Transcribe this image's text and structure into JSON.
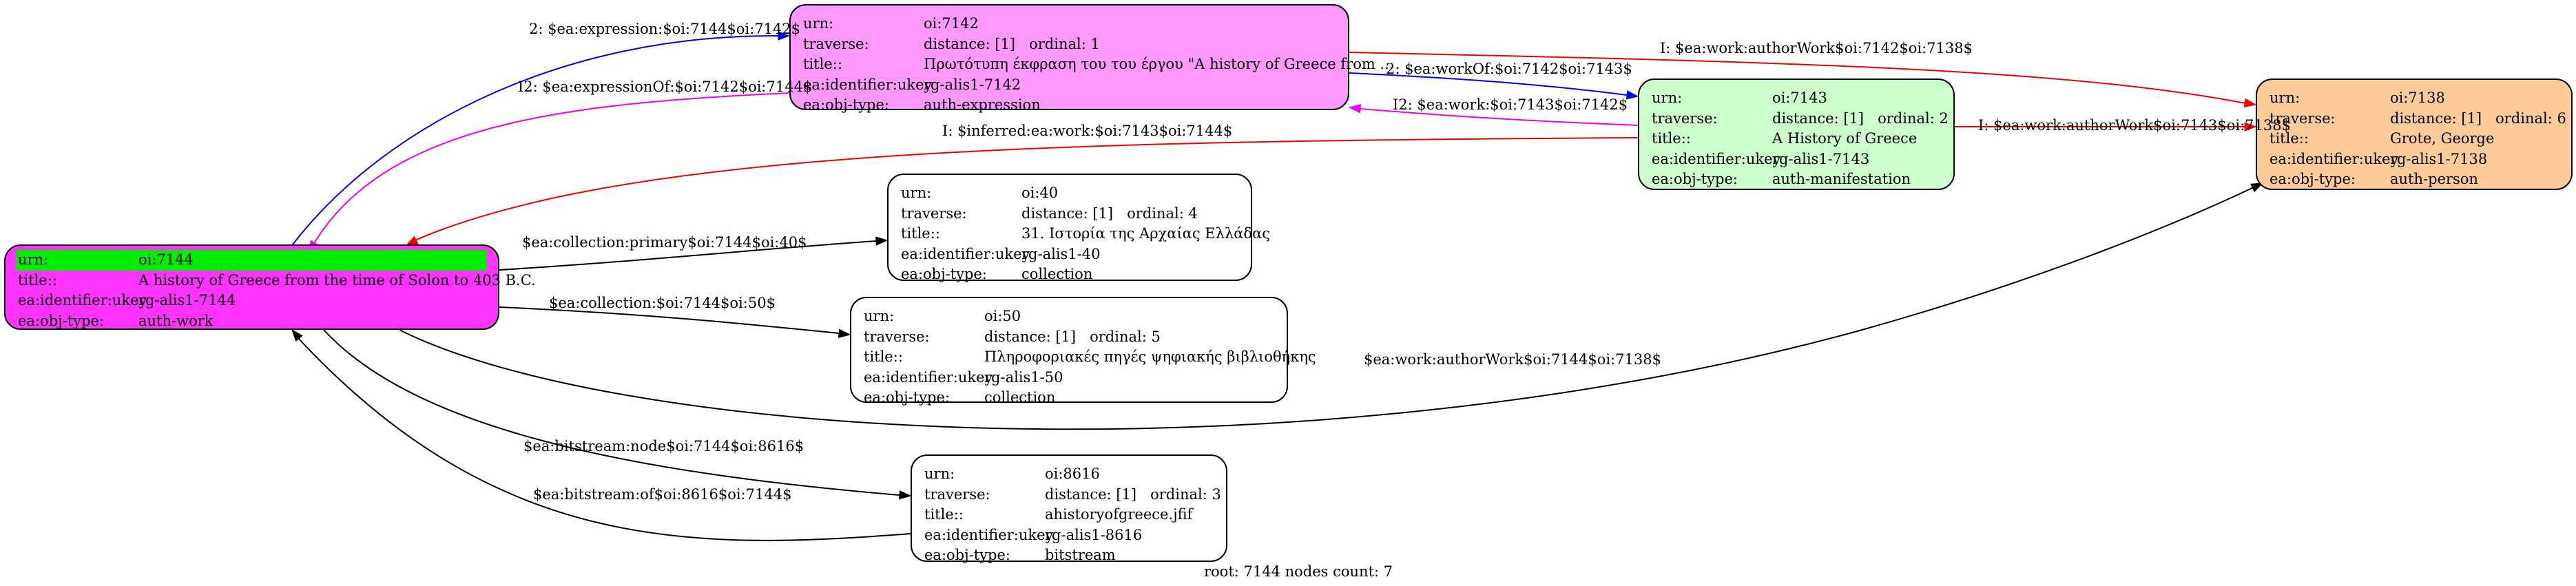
{
  "colors": {
    "root": "#ff33ff",
    "expression": "#ff99ff",
    "manifestation": "#ccffcc",
    "person": "#ffcc99",
    "collection": "#ffffff",
    "bitstream": "#ffffff",
    "highlight": "#00ee00",
    "edge_blue": "#0000ee",
    "edge_magenta": "#ee00ee",
    "edge_red": "#ee0000",
    "edge_black": "#000000"
  },
  "nodes": {
    "n7144": {
      "urn_key": "urn:",
      "urn": "oi:7144",
      "title_key": "title::",
      "title": "A history of Greece from the time of Solon to 403 B.C.",
      "ukey_key": "ea:identifier:ukey",
      "ukey": "rg-alis1-7144",
      "type_key": "ea:obj-type:",
      "type": "auth-work"
    },
    "n7142": {
      "urn_key": "urn:",
      "urn": "oi:7142",
      "trav_key": "traverse:",
      "distance": "distance: [1]",
      "ordinal": "ordinal: 1",
      "title_key": "title::",
      "title": "Πρωτότυπη έκφραση του του έργου \"A history of Greece from ...",
      "ukey_key": "ea:identifier:ukey",
      "ukey": "rg-alis1-7142",
      "type_key": "ea:obj-type:",
      "type": "auth-expression"
    },
    "n7143": {
      "urn_key": "urn:",
      "urn": "oi:7143",
      "trav_key": "traverse:",
      "distance": "distance: [1]",
      "ordinal": "ordinal: 2",
      "title_key": "title::",
      "title": "A History of Greece",
      "ukey_key": "ea:identifier:ukey",
      "ukey": "rg-alis1-7143",
      "type_key": "ea:obj-type:",
      "type": "auth-manifestation"
    },
    "n7138": {
      "urn_key": "urn:",
      "urn": "oi:7138",
      "trav_key": "traverse:",
      "distance": "distance: [1]",
      "ordinal": "ordinal: 6",
      "title_key": "title::",
      "title": "Grote, George",
      "ukey_key": "ea:identifier:ukey",
      "ukey": "rg-alis1-7138",
      "type_key": "ea:obj-type:",
      "type": "auth-person"
    },
    "n40": {
      "urn_key": "urn:",
      "urn": "oi:40",
      "trav_key": "traverse:",
      "distance": "distance: [1]",
      "ordinal": "ordinal: 4",
      "title_key": "title::",
      "title": "31. Ιστορία της Αρχαίας Ελλάδας",
      "ukey_key": "ea:identifier:ukey",
      "ukey": "rg-alis1-40",
      "type_key": "ea:obj-type:",
      "type": "collection"
    },
    "n50": {
      "urn_key": "urn:",
      "urn": "oi:50",
      "trav_key": "traverse:",
      "distance": "distance: [1]",
      "ordinal": "ordinal: 5",
      "title_key": "title::",
      "title": "Πληροφοριακές πηγές ψηφιακής βιβλιοθήκης",
      "ukey_key": "ea:identifier:ukey",
      "ukey": "rg-alis1-50",
      "type_key": "ea:obj-type:",
      "type": "collection"
    },
    "n8616": {
      "urn_key": "urn:",
      "urn": "oi:8616",
      "trav_key": "traverse:",
      "distance": "distance: [1]",
      "ordinal": "ordinal: 3",
      "title_key": "title::",
      "title": "ahistoryofgreece.jfif",
      "ukey_key": "ea:identifier:ukey",
      "ukey": "rg-alis1-8616",
      "type_key": "ea:obj-type:",
      "type": "bitstream"
    }
  },
  "edges": {
    "e1": "2: $ea:expression:$oi:7144$oi:7142$",
    "e2": "I2: $ea:expressionOf:$oi:7142$oi:7144$",
    "e3": "I: $ea:work:authorWork$oi:7142$oi:7138$",
    "e4": "2: $ea:workOf:$oi:7142$oi:7143$",
    "e5": "I2: $ea:work:$oi:7143$oi:7142$",
    "e6": "I: $inferred:ea:work:$oi:7143$oi:7144$",
    "e7": "I: $ea:work:authorWork$oi:7143$oi:7138$",
    "e8": "$ea:collection:primary$oi:7144$oi:40$",
    "e9": "$ea:collection:$oi:7144$oi:50$",
    "e10": "$ea:work:authorWork$oi:7144$oi:7138$",
    "e11": "$ea:bitstream:node$oi:7144$oi:8616$",
    "e12": "$ea:bitstream:of$oi:8616$oi:7144$"
  },
  "footer": "root: 7144 nodes count: 7"
}
